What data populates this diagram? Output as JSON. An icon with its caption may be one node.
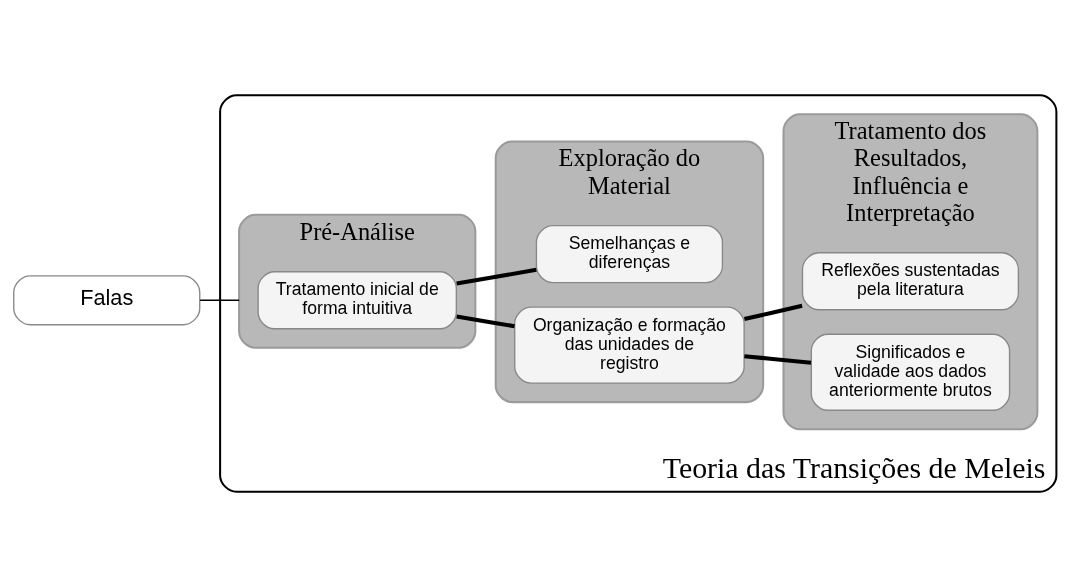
{
  "diagram": {
    "nodes": [
      {
        "text": [
          "Teoria das Transições de Meleis"
        ]
      },
      {
        "text": [
          "Pré-Análise"
        ],
        "in": 0
      },
      {
        "text": [
          "Tratamento inicial de forma intuitiva"
        ],
        "in": 1
      },
      {
        "text": [
          "Exploração do Material"
        ],
        "in": 0
      },
      {
        "text": [
          "Semelhanças e diferenças"
        ],
        "in": 3
      },
      {
        "text": [
          "Organização e formação das unidades de registro"
        ],
        "in": 3
      },
      {
        "text": [
          "Tratamento dos Resultados, Influência e Interpretação"
        ],
        "in": 0
      },
      {
        "text": [
          "Reflexões sustentadas pela literatura"
        ],
        "in": 6
      },
      {
        "text": [
          "Significados e validade aos dados anteriormente brutos"
        ],
        "in": 6
      },
      {
        "text": [
          "Falas"
        ]
      }
    ],
    "edges": [
      {
        "from": 2,
        "to": 4,
        "arrow": "none"
      },
      {
        "from": 2,
        "to": 5,
        "arrow": "none"
      },
      {
        "from": 5,
        "to": 7,
        "arrow": "none"
      },
      {
        "from": 5,
        "to": 8,
        "arrow": "none"
      },
      {
        "from": 9,
        "to": 1,
        "arrow": "none"
      }
    ]
  }
}
